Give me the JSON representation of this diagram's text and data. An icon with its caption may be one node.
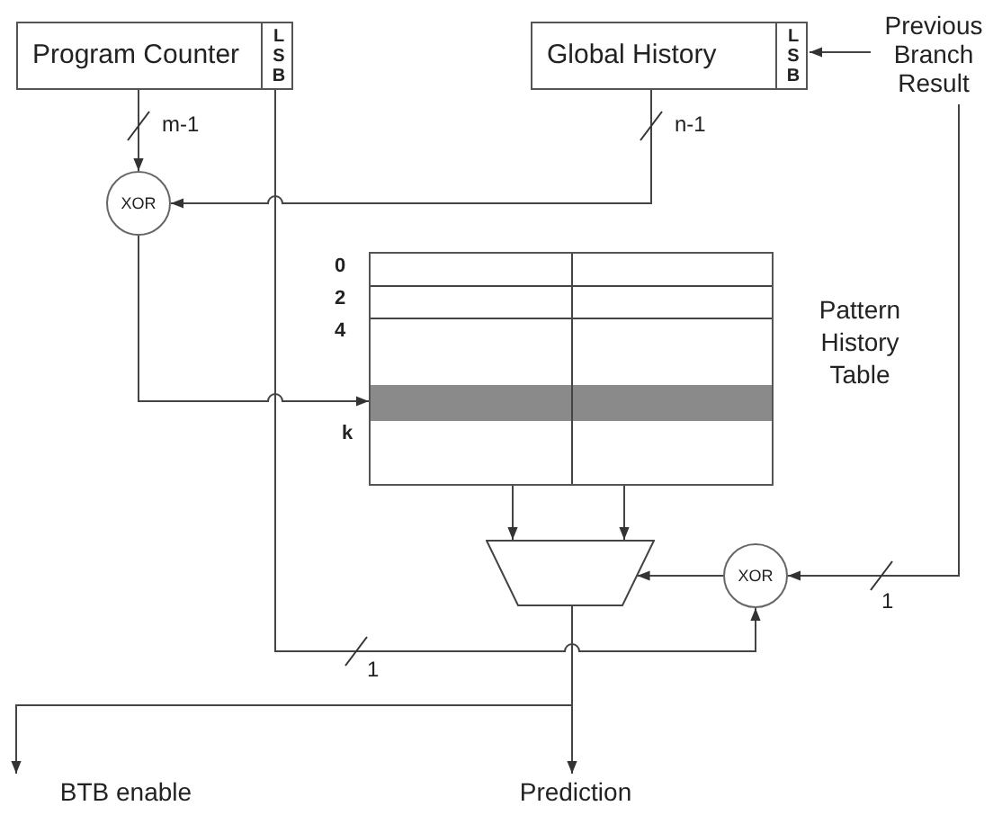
{
  "diagram": {
    "nodes": [
      {
        "text": [
          "Program Counter"
        ]
      },
      {
        "text": [
          "LSB"
        ],
        "in": 0
      },
      {
        "text": [
          "Global History"
        ]
      },
      {
        "text": [
          "LSB"
        ],
        "in": 2
      },
      {
        "text": [
          "Previous Branch Result"
        ]
      },
      {
        "text": [
          "XOR"
        ]
      },
      {
        "text": [],
        "shape": "table",
        "beside": [
          "Pattern History Table"
        ]
      },
      {
        "text": [],
        "shape": "trapezoid"
      },
      {
        "text": [
          "XOR"
        ]
      },
      {
        "text": [
          "BTB enable"
        ]
      },
      {
        "text": [
          "Prediction"
        ]
      }
    ],
    "edges": [
      {
        "from": 0,
        "to": 5,
        "arrow": "to",
        "label": "m-1"
      },
      {
        "from": 2,
        "to": 5,
        "arrow": "to",
        "label": "n-1"
      },
      {
        "from": 4,
        "to": 3,
        "arrow": "to"
      },
      {
        "from": 5,
        "to": 6,
        "arrow": "to"
      },
      {
        "from": 6,
        "to": 7,
        "arrow": "to"
      },
      {
        "from": 6,
        "to": 7,
        "arrow": "to"
      },
      {
        "from": 8,
        "to": 7,
        "arrow": "to"
      },
      {
        "from": 4,
        "to": 8,
        "arrow": "to",
        "label": "1"
      },
      {
        "from": 1,
        "to": 8,
        "arrow": "to",
        "label": "1"
      },
      {
        "from": 7,
        "to": 9,
        "arrow": "to"
      },
      {
        "from": 7,
        "to": 10,
        "arrow": "to"
      }
    ],
    "labels": [
      "0",
      "2",
      "4",
      "k"
    ]
  }
}
